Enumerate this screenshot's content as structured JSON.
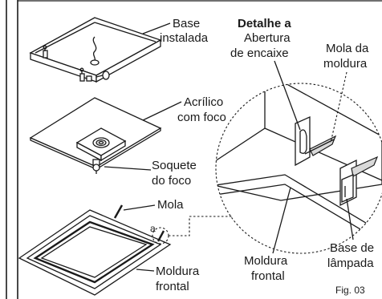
{
  "labels": {
    "base_l1": "Base",
    "base_l2": "instalada",
    "acrilico_l1": "Acrílico",
    "acrilico_l2": "com foco",
    "soquete_l1": "Soquete",
    "soquete_l2": "do foco",
    "mola": "Mola",
    "moldura_frontal_l1": "Moldura",
    "moldura_frontal_l2": "frontal",
    "detalhe": "Detalhe a",
    "abertura_l1": "Abertura",
    "abertura_l2": "de encaixe",
    "mola_moldura_l1": "Mola da",
    "mola_moldura_l2": "moldura",
    "moldura_detail_l1": "Moldura",
    "moldura_detail_l2": "frontal",
    "base_lampada_l1": "Base de",
    "base_lampada_l2": "lâmpada",
    "figure": "Fig. 03",
    "marker_a": "a"
  },
  "colors": {
    "stroke": "#1a1a1a",
    "background": "#ffffff",
    "shade": "#d9d9d9"
  }
}
